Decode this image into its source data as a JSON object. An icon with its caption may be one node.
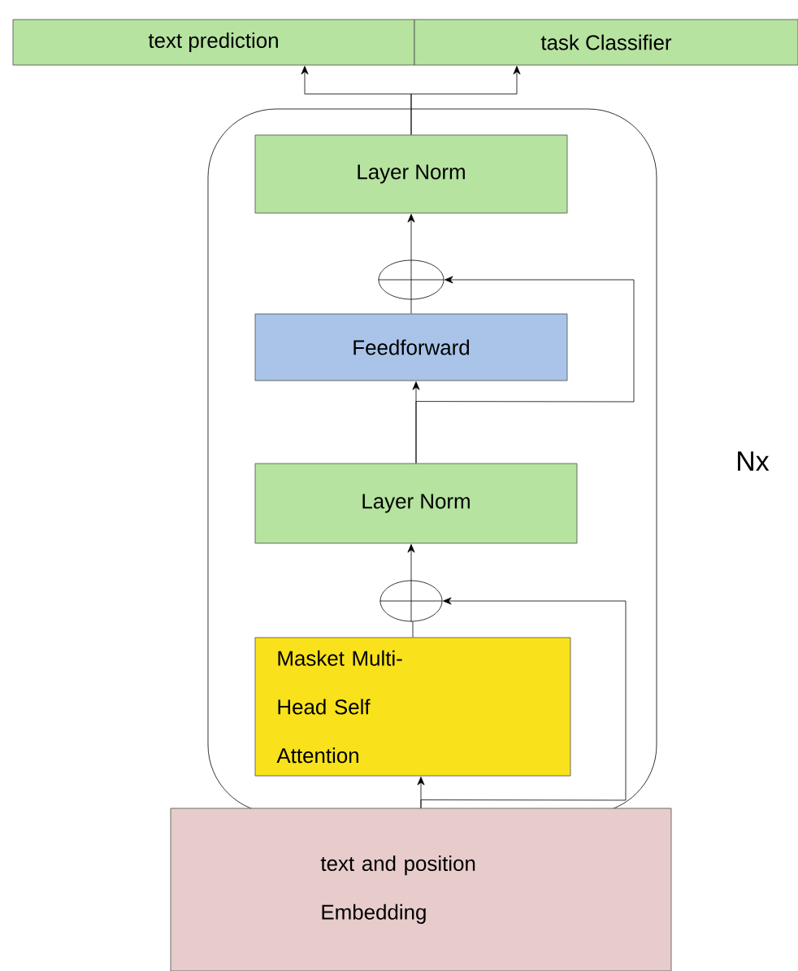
{
  "diagram": {
    "nodes": [
      {
        "text": [
          "text prediction"
        ]
      },
      {
        "text": [
          "task Classifier"
        ]
      },
      {
        "text": [],
        "shape": "box",
        "beside": [
          "Nx"
        ]
      },
      {
        "text": [
          "Layer Norm"
        ],
        "in": 2
      },
      {
        "text": [],
        "shape": "circle",
        "in": 2
      },
      {
        "text": [
          "Feedforward"
        ],
        "in": 2
      },
      {
        "text": [
          "Layer Norm"
        ],
        "in": 2
      },
      {
        "text": [],
        "shape": "circle",
        "in": 2
      },
      {
        "text": [
          "Masket Multi-Head Self Attention"
        ],
        "in": 2
      },
      {
        "text": [
          "text and position Embedding"
        ]
      }
    ],
    "edges": [
      {
        "from": 3,
        "to": 0,
        "arrow": "to"
      },
      {
        "from": 3,
        "to": 1,
        "arrow": "to"
      },
      {
        "from": 4,
        "to": 3,
        "arrow": "to"
      },
      {
        "from": 5,
        "to": 4,
        "arrow": "none"
      },
      {
        "from": 6,
        "to": 4,
        "arrow": "to"
      },
      {
        "from": 6,
        "to": 5,
        "arrow": "to"
      },
      {
        "from": 7,
        "to": 6,
        "arrow": "to"
      },
      {
        "from": 8,
        "to": 7,
        "arrow": "none"
      },
      {
        "from": 9,
        "to": 7,
        "arrow": "to"
      },
      {
        "from": 9,
        "to": 8,
        "arrow": "to"
      }
    ]
  }
}
